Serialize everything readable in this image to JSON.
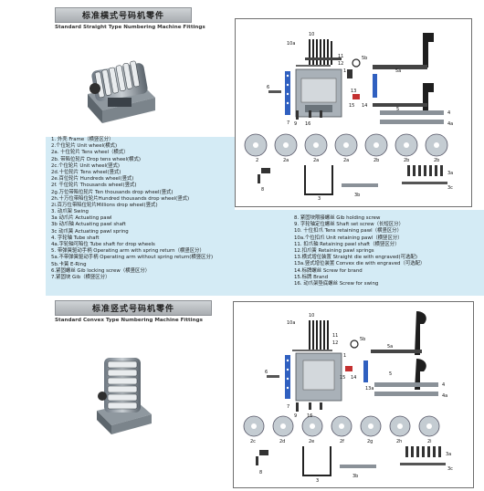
{
  "top": {
    "title": "标准横式号码机零件",
    "subtitle": "Standard Straight Type Numbering Machine Fittings"
  },
  "bottom": {
    "title": "标准竖式号码机零件",
    "subtitle": "Standard Convex Type Numbering Machine Fittings"
  },
  "parts_left": [
    "1. 外壳 Frame（横竖区分）",
    "2.个位轮片 Unit wheel(横式)",
    "2a. 十位轮片 Tens wheel（横式）",
    "2b. 带陷位轮片 Drop tens wheel(横式)",
    "2c.个位轮片 Unit wheel(竖式)",
    "2d.十位轮片 Tens wheel(竖式)",
    "2e.百位轮片 Hundreds wheel(竖式)",
    "2f. 千位轮片 Thousands wheel(竖式)",
    "2g.万位带陷位轮片 Ten thousands drop wheel(竖式)",
    "2h.十万位带陷位轮片Hundred thousands drop wheel(竖式)",
    "2i.百万位带陷位轮片Millions drop wheel(竖式)",
    "3. 动爪架 Swing",
    "3a 动爪片 Actuating pawl",
    "3b 动爪轴 Actuating pawl shaft",
    "3c 动爪簧 Actuating pawl spring",
    "4. 字轮轴 Tube shaft",
    "4a.字轮轴可陷位 Tube shaft for drop wheels",
    "5. 带弹簧驱动手柄 Operating arm with spring return（横竖区分）",
    "5a.不带弹簧驱动手柄 Operating arm without spring return(横竖区分)",
    "5b.卡簧 E-Ring",
    "6.紧固螺丝 Gib locking screw（横竖区分）",
    "7.紧固块 Gib（横竖区分）"
  ],
  "parts_right": [
    "8. 紧固块限接螺丝 Gib holding screw",
    "9. 字轮轴定位螺丝 Shaft set screw（长短区分）",
    "10. 十位扣爪 Tens retaining pawl（横竖区分）",
    "10a.个位扣爪 Unit retaining pawl（横竖区分）",
    "11. 扣爪轴 Retaining pawl shaft（横竖区分）",
    "12.扣爪簧 Retaining pawl springs",
    "13.横式增位装置 Straight die with engraved(可选配)",
    "13a.竖式增位装置 Convex die with engraved（可选配）",
    "14.标牌螺丝 Screw for brand",
    "15.标牌 Brand",
    "16. 动爪架垫底螺丝 Screw for swing"
  ],
  "top_diagram_labels": [
    "10",
    "10a",
    "11",
    "12",
    "5b",
    "5a",
    "6",
    "7",
    "8",
    "1",
    "2",
    "5",
    "9",
    "16",
    "13",
    "15",
    "14",
    "4",
    "4a",
    "2a",
    "2a",
    "2a",
    "2b",
    "2b",
    "2b",
    "3",
    "3a",
    "3b",
    "3c"
  ],
  "bottom_diagram_labels": [
    "10",
    "10a",
    "11",
    "12",
    "5b",
    "5a",
    "6",
    "7",
    "8",
    "1",
    "5",
    "9",
    "16",
    "15",
    "14",
    "13a",
    "4",
    "4a",
    "2c",
    "2d",
    "2e",
    "2f",
    "2g",
    "2h",
    "2i",
    "3",
    "3a",
    "3b",
    "3c"
  ],
  "colors": {
    "band": "#d4ebf5",
    "title_bar": "#b8bcc0",
    "metal": "#9aa3aa",
    "dark_metal": "#2b2b2b"
  }
}
